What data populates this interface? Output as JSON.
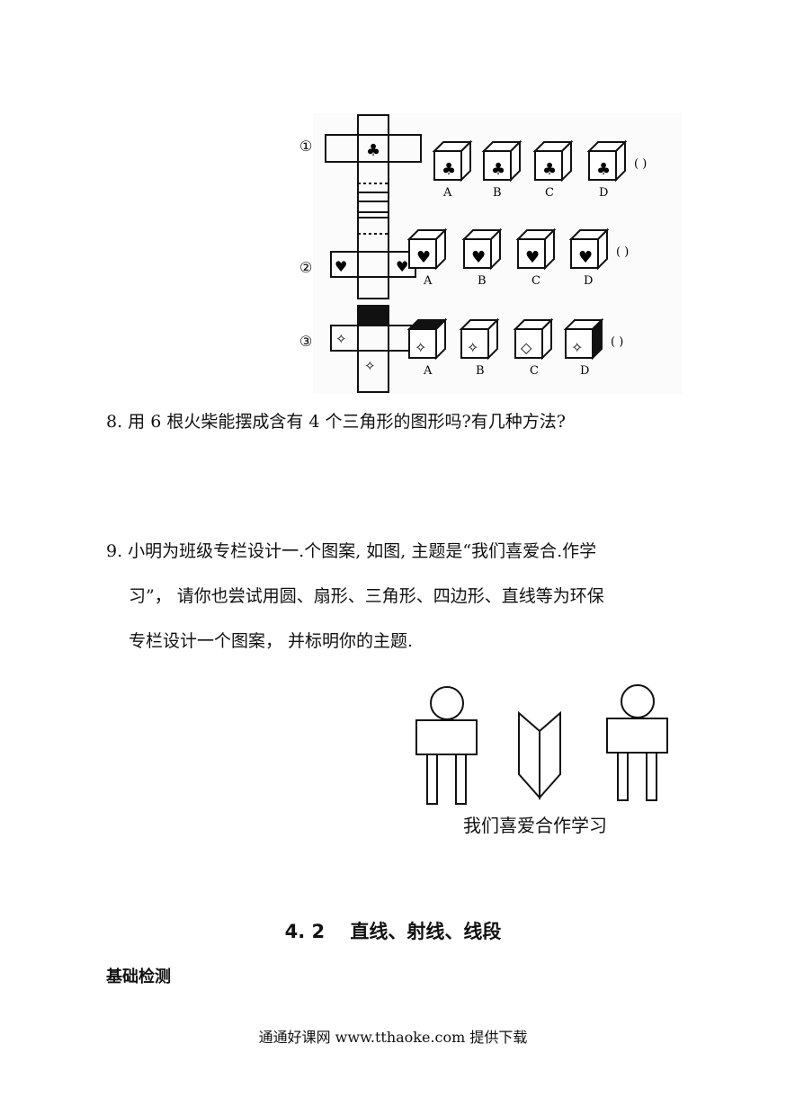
{
  "figure_cubes": {
    "rows": [
      {
        "marker": "①",
        "options": [
          "A",
          "B",
          "C",
          "D"
        ],
        "paren": "(    )",
        "symbol": "club-icon"
      },
      {
        "marker": "②",
        "options": [
          "A",
          "B",
          "C",
          "D"
        ],
        "paren": "(    )",
        "symbol": "heart-icon"
      },
      {
        "marker": "③",
        "options": [
          "A",
          "B",
          "C",
          "D"
        ],
        "paren": "(    )",
        "symbol": "star-diamond-icon"
      }
    ]
  },
  "questions": {
    "q8": "8. 用 6 根火柴能摆成含有 4 个三角形的图形吗?有几种方法?",
    "q9_line1": "9. 小明为班级专栏设计一.个图案, 如图, 主题是“我们喜爱合.作学",
    "q9_line2": "习”， 请你也尝试用圆、扇形、三角形、四边形、直线等为环保",
    "q9_line3": "专栏设计一个图案， 并标明你的主题."
  },
  "figure_people": {
    "caption": "我们喜爱合作学习"
  },
  "section": {
    "title": "4. 2　 直线、射线、线段",
    "subtitle": "基础检测"
  },
  "footer": {
    "text": "通通好课网  www.tthaoke.com  提供下载"
  }
}
